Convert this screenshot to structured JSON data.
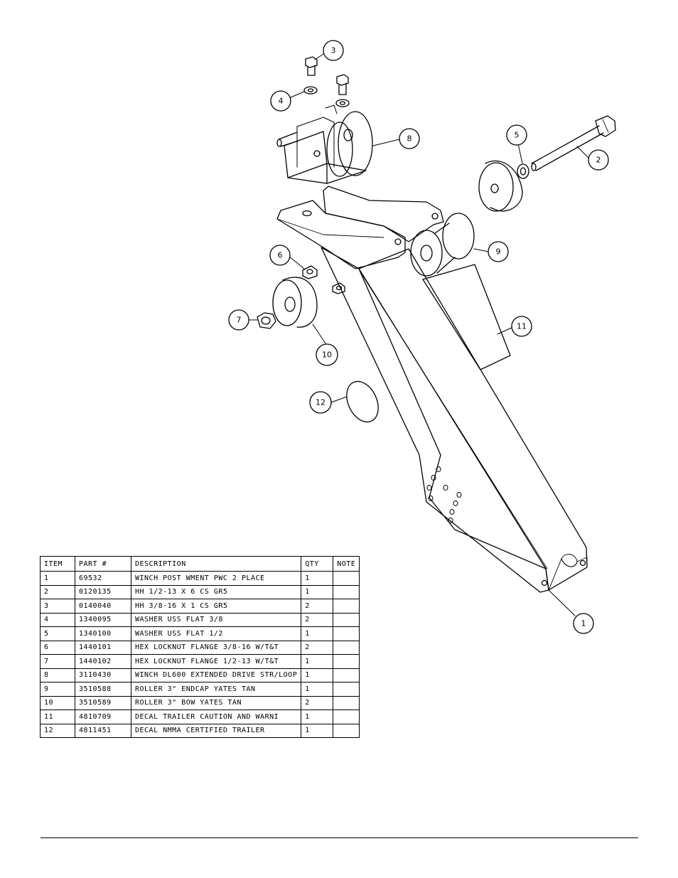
{
  "callouts": [
    "1",
    "2",
    "3",
    "4",
    "5",
    "6",
    "7",
    "8",
    "9",
    "10",
    "11",
    "12"
  ],
  "table": {
    "headers": [
      "ITEM",
      "PART #",
      "DESCRIPTION",
      "QTY",
      "NOTE"
    ],
    "rows": [
      {
        "item": "1",
        "part": "69532",
        "description": "WINCH POST WMENT PWC 2 PLACE",
        "qty": "1",
        "note": ""
      },
      {
        "item": "2",
        "part": "0120135",
        "description": "HH 1/2-13 X 6 CS GR5",
        "qty": "1",
        "note": ""
      },
      {
        "item": "3",
        "part": "0140040",
        "description": "HH 3/8-16 X 1 CS GR5",
        "qty": "2",
        "note": ""
      },
      {
        "item": "4",
        "part": "1340095",
        "description": "WASHER USS FLAT 3/8",
        "qty": "2",
        "note": ""
      },
      {
        "item": "5",
        "part": "1340100",
        "description": "WASHER USS FLAT 1/2",
        "qty": "1",
        "note": ""
      },
      {
        "item": "6",
        "part": "1440101",
        "description": "HEX LOCKNUT FLANGE 3/8-16 W/T&T",
        "qty": "2",
        "note": ""
      },
      {
        "item": "7",
        "part": "1440102",
        "description": "HEX LOCKNUT FLANGE 1/2-13 W/T&T",
        "qty": "1",
        "note": ""
      },
      {
        "item": "8",
        "part": "3110430",
        "description": "WINCH DL600 EXTENDED DRIVE STR/LOOP",
        "qty": "1",
        "note": ""
      },
      {
        "item": "9",
        "part": "3510588",
        "description": "ROLLER 3\" ENDCAP YATES TAN",
        "qty": "1",
        "note": ""
      },
      {
        "item": "10",
        "part": "3510589",
        "description": "ROLLER 3\" BOW YATES TAN",
        "qty": "2",
        "note": ""
      },
      {
        "item": "11",
        "part": "4810709",
        "description": "DECAL TRAILER CAUTION AND WARNI",
        "qty": "1",
        "note": ""
      },
      {
        "item": "12",
        "part": "4811451",
        "description": " DECAL NMMA CERTIFIED TRAILER",
        "qty": "1",
        "note": ""
      }
    ]
  }
}
